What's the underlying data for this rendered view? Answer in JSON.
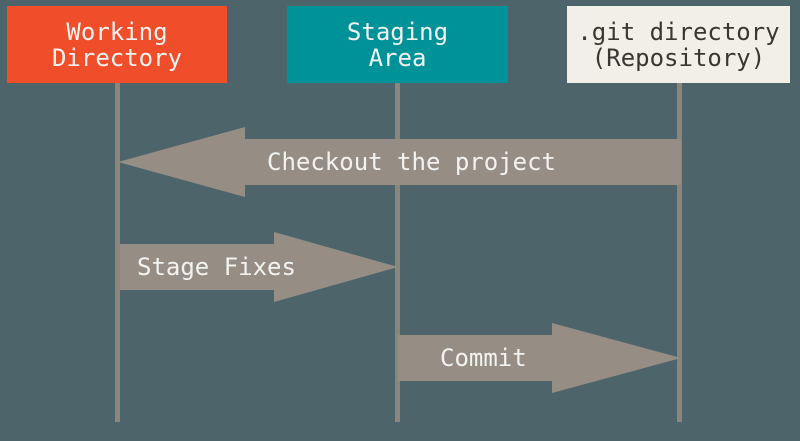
{
  "colors": {
    "background": "#4d646b",
    "box-working": "#f04d2a",
    "box-staging": "#009299",
    "box-git": "#f2efe9",
    "arrow": "#968e85",
    "line": "#8c857b",
    "text-light": "#f2f3f1",
    "text-dark": "#3a3733"
  },
  "boxes": [
    {
      "name": "working-directory",
      "lines": [
        "Working",
        "Directory"
      ]
    },
    {
      "name": "staging-area",
      "lines": [
        "Staging",
        "Area"
      ]
    },
    {
      "name": "git-directory",
      "lines": [
        ".git directory",
        "(Repository)"
      ]
    }
  ],
  "arrows": [
    {
      "label": "Checkout the project",
      "direction": "left",
      "from": "git-directory",
      "to": "working-directory"
    },
    {
      "label": "Stage Fixes",
      "direction": "right",
      "from": "working-directory",
      "to": "staging-area"
    },
    {
      "label": "Commit",
      "direction": "right",
      "from": "staging-area",
      "to": "git-directory"
    }
  ]
}
